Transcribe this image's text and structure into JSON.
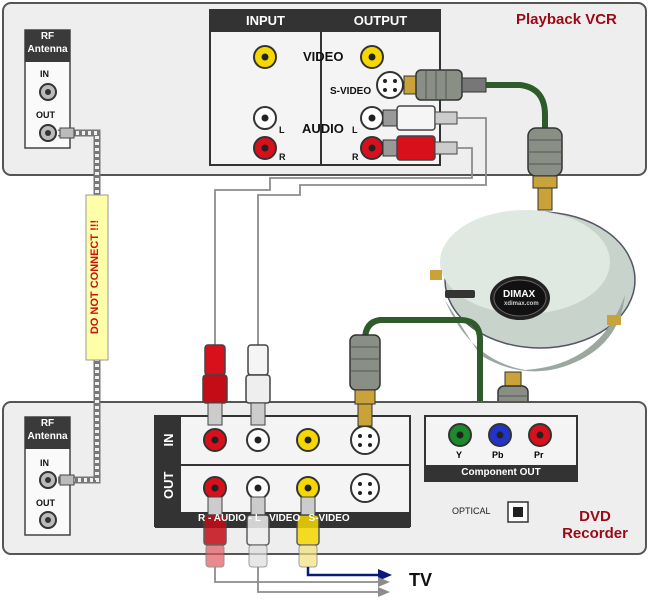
{
  "playback_vcr": {
    "title": "Playback VCR",
    "input_header": "INPUT",
    "output_header": "OUTPUT",
    "video_label": "VIDEO",
    "svideo_label": "S-VIDEO",
    "audio_label": "AUDIO",
    "l_label": "L",
    "r_label": "R",
    "rf_antenna": {
      "title_line1": "RF",
      "title_line2": "Antenna",
      "in_label": "IN",
      "out_label": "OUT"
    }
  },
  "dvd_recorder": {
    "title_line1": "DVD",
    "title_line2": "Recorder",
    "rf_antenna": {
      "title_line1": "RF",
      "title_line2": "Antenna",
      "in_label": "IN",
      "out_label": "OUT"
    },
    "row_in_label": "IN",
    "row_out_label": "OUT",
    "bottom_label": "R - AUDIO - L   VIDEO   S-VIDEO",
    "component_out": "Component OUT",
    "y_label": "Y",
    "pb_label": "Pb",
    "pr_label": "Pr",
    "optical_label": "OPTICAL"
  },
  "warning_text": "DO NOT CONNECT !!!",
  "tv_label": "TV",
  "adapter": {
    "brand": "DIMAX",
    "url": "xdimax.com"
  },
  "colors": {
    "panel_border": "#555555",
    "panel_fill": "#eeeeee",
    "jack_panel": "#333333",
    "yellow_jack": "#f6d800",
    "red_jack": "#d8101c",
    "green_jack": "#1a8a2a",
    "blue_jack": "#2233cc",
    "cable_green": "#2f5a2a",
    "tv_arrow": "#0a1a7a",
    "title_red": "#9a0a14",
    "warning_bg": "#ffffaa"
  }
}
